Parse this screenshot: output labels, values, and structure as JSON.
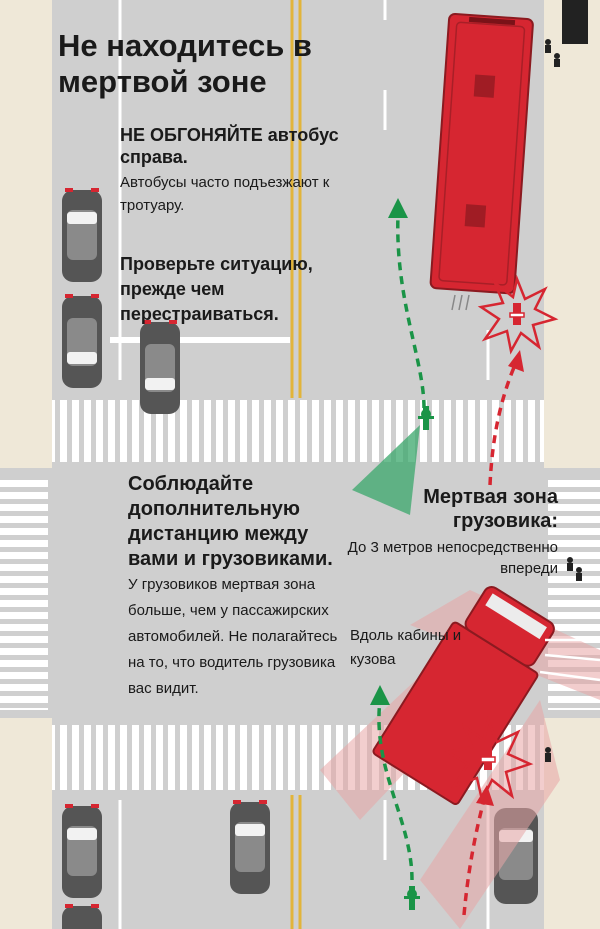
{
  "title": "Не находитесь в мертвой зоне",
  "tip_bus": {
    "heading": "НЕ ОБГОНЯЙТЕ автобус справа.",
    "body": "Автобусы часто подъезжают к тротуару."
  },
  "tip_check": "Проверьте ситуацию, прежде чем перестраиваться.",
  "tip_trucks": {
    "heading": "Соблюдайте дополнительную дистанцию между вами и грузовиками.",
    "body": "У грузовиков мертвая зона больше, чем у пассажирских автомобилей. Не полагайтесь на то, что водитель грузовика вас видит."
  },
  "truck_blind_zone": {
    "heading": "Мертвая зона грузовика:",
    "front": "До 3 метров непосредственно впереди",
    "sides": "Вдоль кабины и кузова"
  },
  "colors": {
    "road": "#cfcfcf",
    "sidewalk": "#efe8d8",
    "center_line": "#e2b43a",
    "vehicle_red": "#d62631",
    "cyclist_green": "#1a9447",
    "danger_red": "#d62631",
    "blind_zone_fill": "#e8a6a6",
    "safe_cone_fill": "#3aa76b"
  },
  "icons": [
    "bus-icon",
    "truck-icon",
    "car-icon",
    "cyclist-icon",
    "pedestrian-icon",
    "collision-burst-icon",
    "direction-arrow-icon"
  ]
}
